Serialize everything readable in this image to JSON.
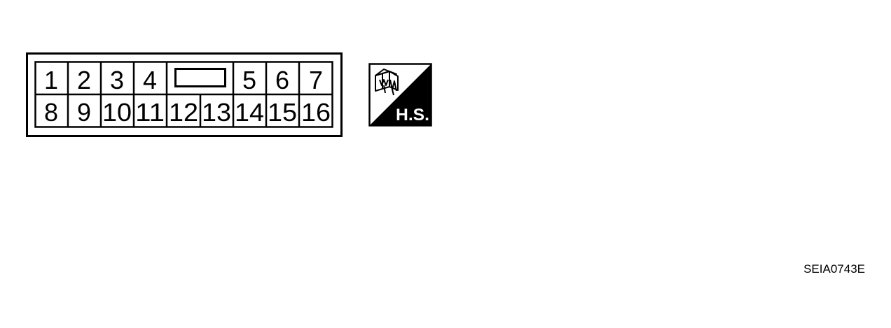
{
  "connector": {
    "top_row": [
      "1",
      "2",
      "3",
      "4",
      "",
      "5",
      "6",
      "7"
    ],
    "bottom_row": [
      "8",
      "9",
      "10",
      "11",
      "12",
      "13",
      "14",
      "15",
      "16"
    ]
  },
  "badge": {
    "label": "H.S.",
    "icon": "connector-harness-icon"
  },
  "reference_code": "SEIA0743E",
  "colors": {
    "ink": "#000000",
    "paper": "#ffffff"
  }
}
